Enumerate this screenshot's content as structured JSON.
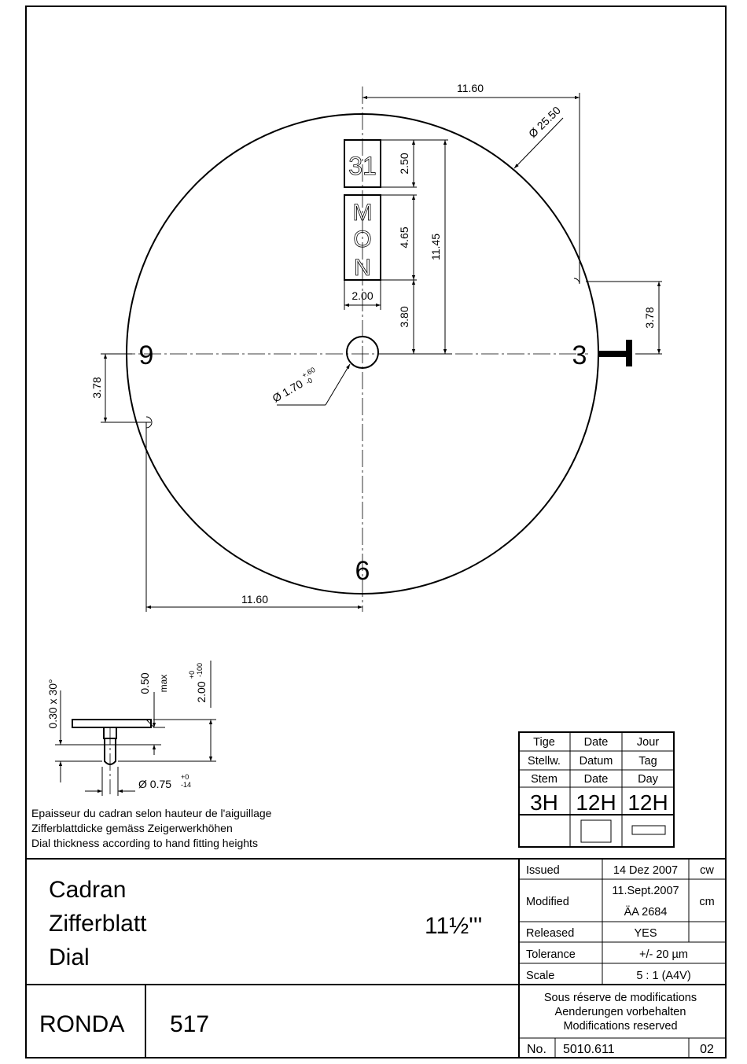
{
  "dimensions": {
    "top_width": "11.60",
    "diameter": "Ø 25.50",
    "date_height": "2.50",
    "day_height": "4.65",
    "window_offset": "3.80",
    "window_total": "11.45",
    "window_width": "2.00",
    "right_feet_offset": "3.78",
    "left_feet_offset": "3.78",
    "bottom_width": "11.60",
    "center_hole": "Ø 1.70",
    "center_hole_tol_upper": "+.60",
    "center_hole_tol_lower": "-0"
  },
  "dial_numerals": {
    "nine": "9",
    "three": "3",
    "six": "6"
  },
  "date_window": {
    "date": "31",
    "day_letters": [
      "M",
      "O",
      "N"
    ]
  },
  "foot_detail": {
    "chamfer": "0.30 x 30°",
    "max_value": "0.50",
    "max_label": "max",
    "height": "2.00",
    "height_tol_upper": "+0",
    "height_tol_lower": "-100",
    "foot_diameter": "Ø 0.75",
    "foot_tol_upper": "+0",
    "foot_tol_lower": "-14"
  },
  "notes": [
    "Epaisseur du cadran selon hauteur de l'aiguillage",
    "Zifferblattdicke gemäss Zeigerwerkhöhen",
    "Dial thickness according to hand fitting heights"
  ],
  "position_table": {
    "rows": [
      [
        "Tige",
        "Date",
        "Jour"
      ],
      [
        "Stellw.",
        "Datum",
        "Tag"
      ],
      [
        "Stem",
        "Date",
        "Day"
      ]
    ],
    "values": [
      "3H",
      "12H",
      "12H"
    ]
  },
  "title_block": {
    "names": [
      "Cadran",
      "Zifferblatt",
      "Dial"
    ],
    "size": "11½'''",
    "brand": "RONDA",
    "caliber": "517",
    "issued_label": "Issued",
    "issued_date": "14 Dez 2007",
    "issued_by": "cw",
    "modified_label": "Modified",
    "modified_date": "11.Sept.2007",
    "modified_ref": "ÄA 2684",
    "modified_by": "cm",
    "released_label": "Released",
    "released_value": "YES",
    "tolerance_label": "Tolerance",
    "tolerance_value": "+/- 20 µm",
    "scale_label": "Scale",
    "scale_value": "5 : 1 (A4V)",
    "reserve_notes": [
      "Sous réserve de modifications",
      "Aenderungen vorbehalten",
      "Modifications reserved"
    ],
    "no_label": "No.",
    "no_value": "5010.611",
    "revision": "02"
  }
}
